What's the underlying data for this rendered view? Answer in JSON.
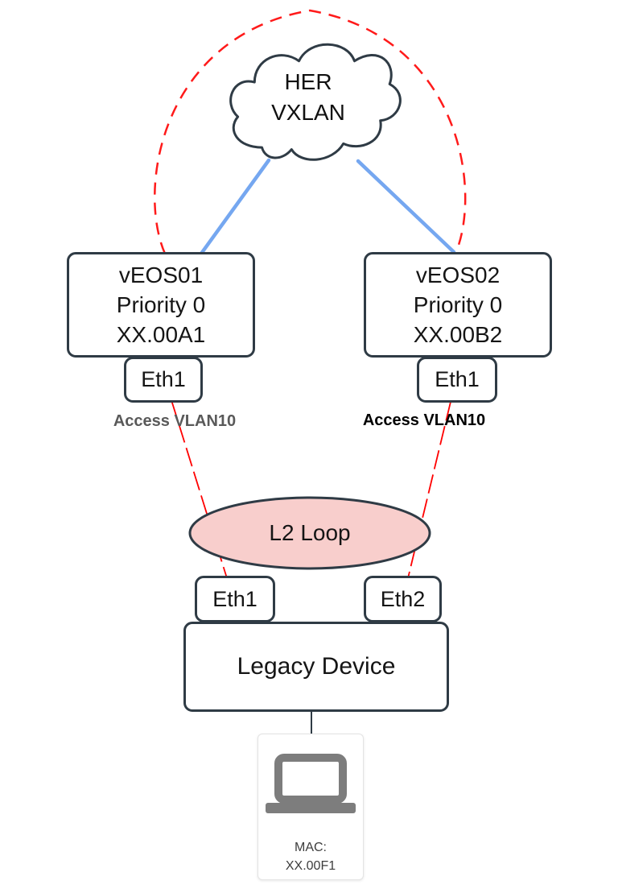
{
  "colors": {
    "loop_link_red": "#ff0000",
    "uplink_blue": "#75a7f0",
    "node_border_dark": "#2f3b45",
    "l2_loop_fill_pink": "#f8cecc",
    "laptop_icon_gray": "#7d7d7d",
    "access_label_gray_left": "#595959",
    "access_label_black_right": "#000000",
    "background": "#ffffff"
  },
  "diagram": {
    "cloud": {
      "line1": "HER",
      "line2": "VXLAN"
    },
    "veos01": {
      "name": "vEOS01",
      "priority": "Priority 0",
      "address": "XX.00A1",
      "port": "Eth1",
      "access_label": "Access VLAN10"
    },
    "veos02": {
      "name": "vEOS02",
      "priority": "Priority 0",
      "address": "XX.00B2",
      "port": "Eth1",
      "access_label": "Access VLAN10"
    },
    "l2_loop": {
      "label": "L2 Loop"
    },
    "legacy_device": {
      "label": "Legacy Device",
      "port_left": "Eth1",
      "port_right": "Eth2"
    },
    "host": {
      "mac_label": "MAC:",
      "mac_value": "XX.00F1"
    }
  }
}
